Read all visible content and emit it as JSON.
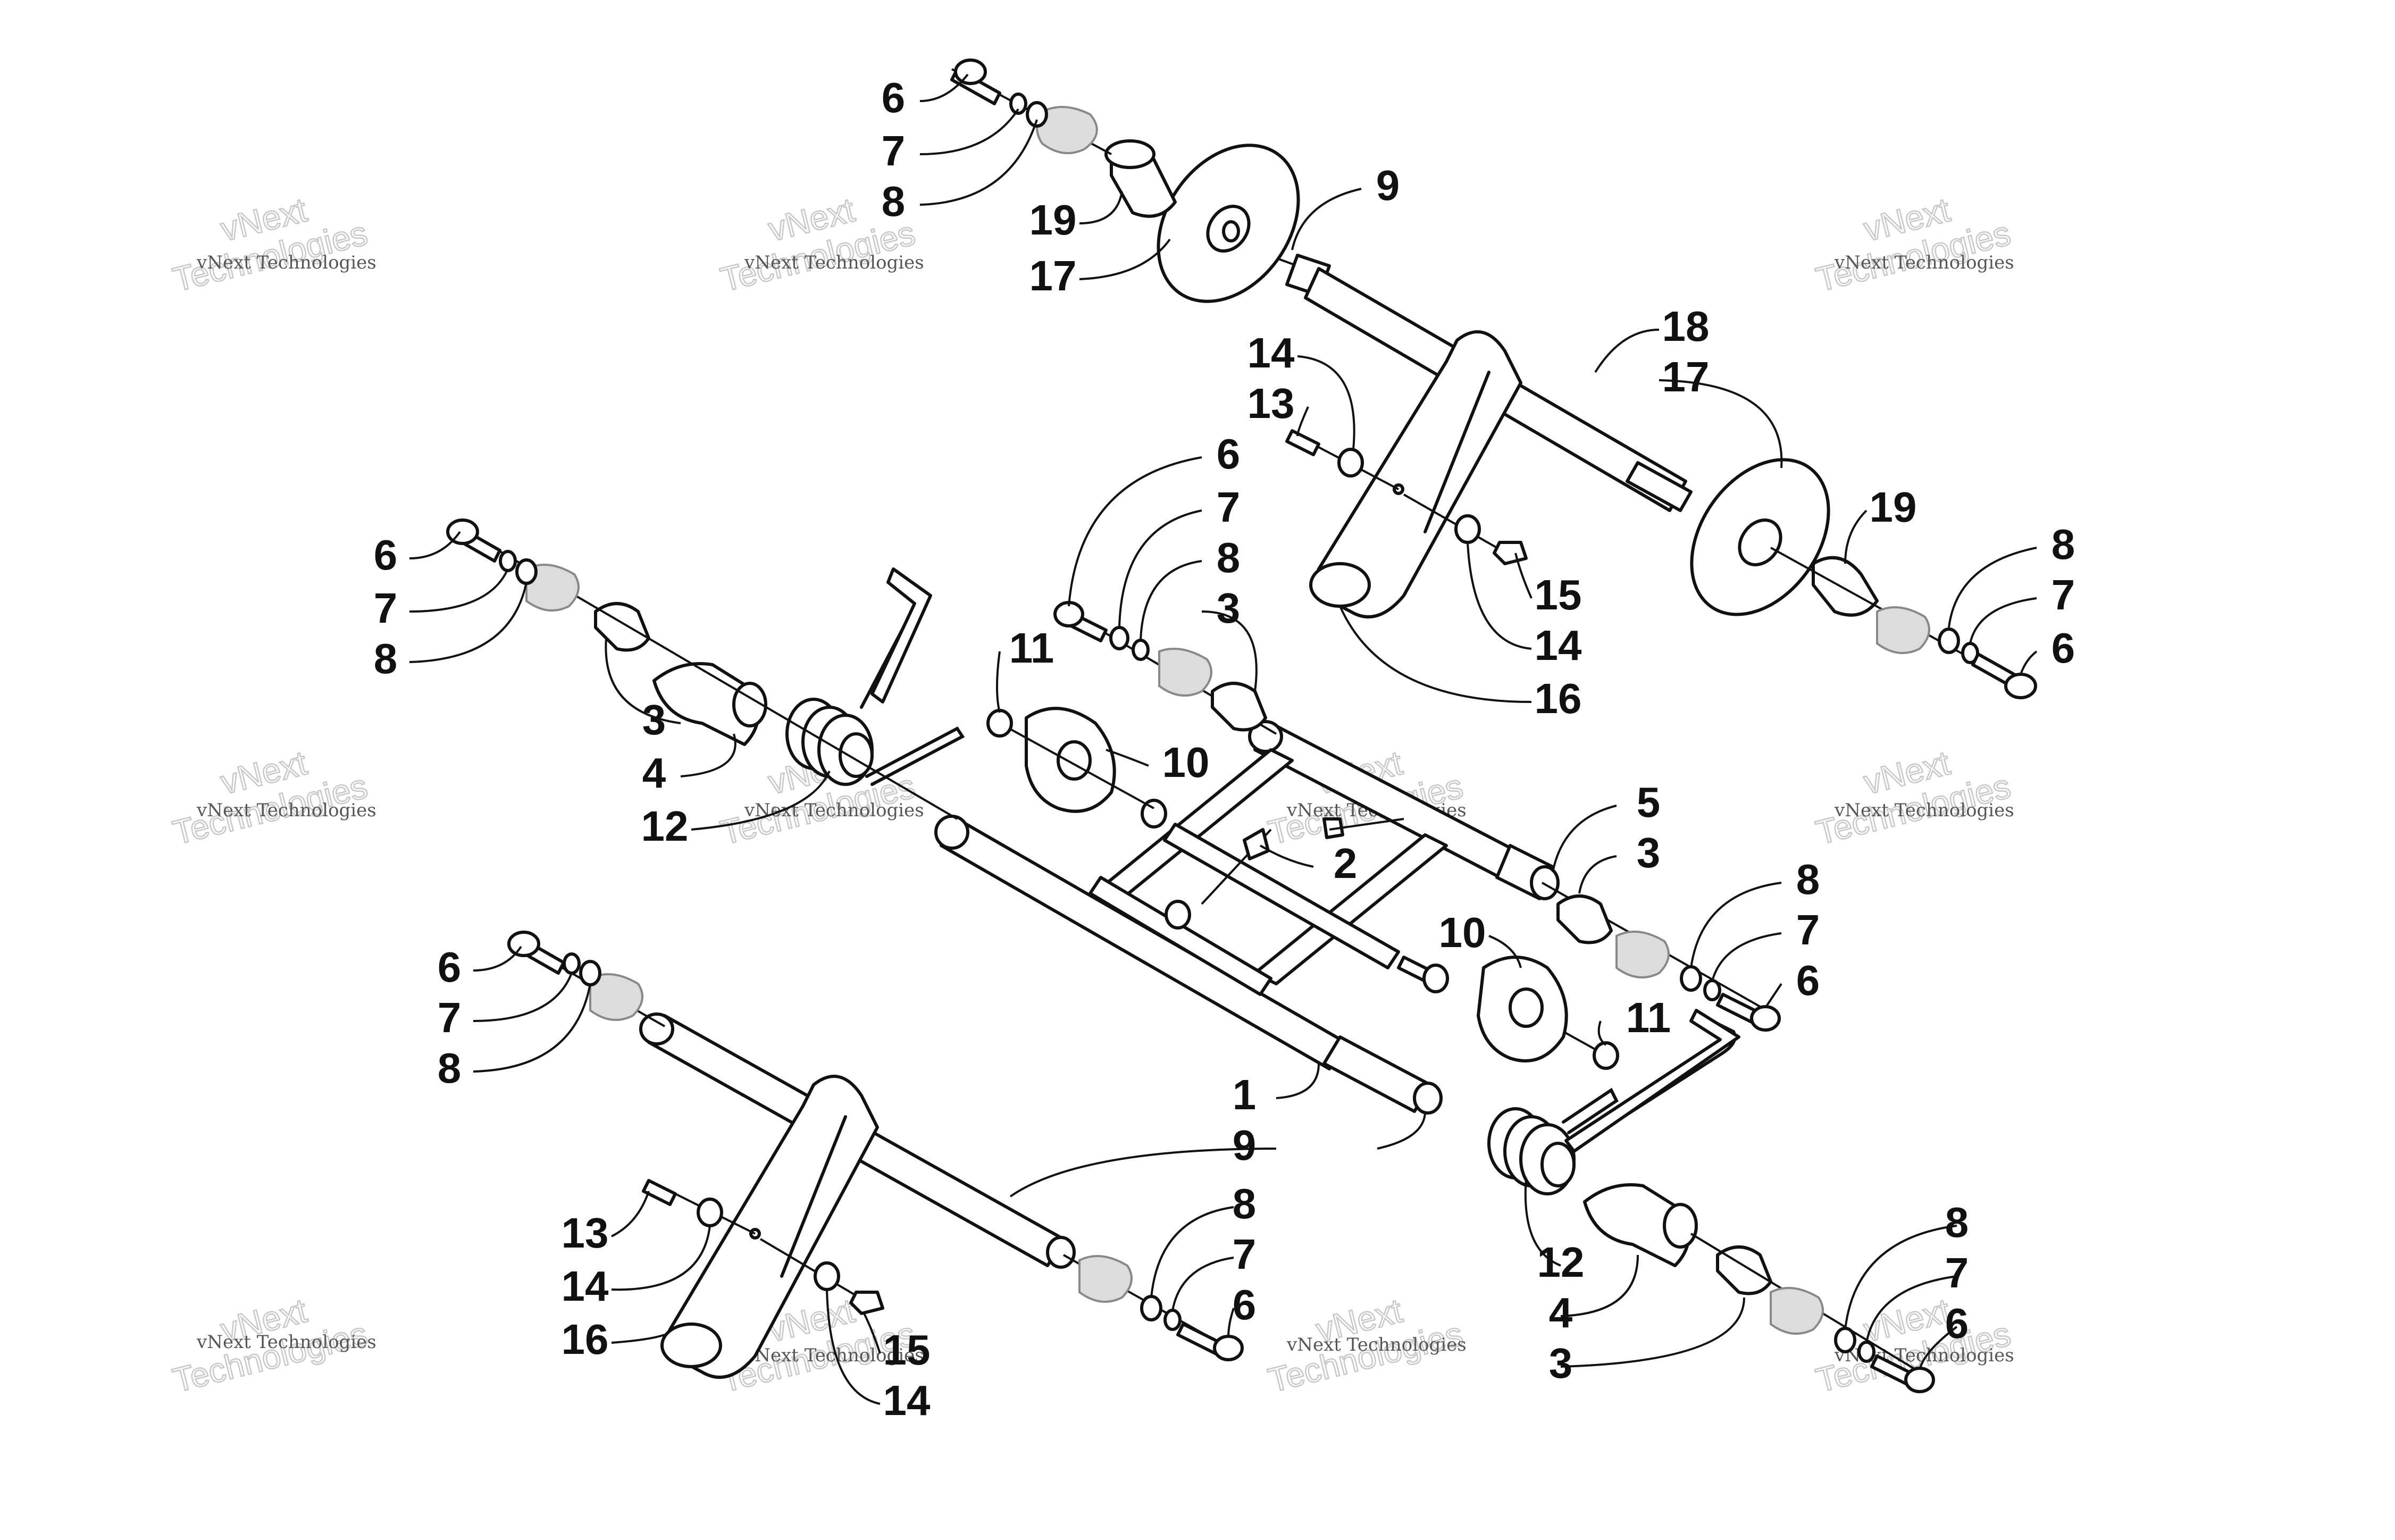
{
  "watermark": {
    "line1": "vNext",
    "line2": "Technologies",
    "caption": "vNext Technologies"
  },
  "callouts": [
    {
      "id": "c-top-6",
      "label": "6"
    },
    {
      "id": "c-top-7",
      "label": "7"
    },
    {
      "id": "c-top-8",
      "label": "8"
    },
    {
      "id": "c-top-19",
      "label": "19"
    },
    {
      "id": "c-top-17",
      "label": "17"
    },
    {
      "id": "c-top-9",
      "label": "9"
    },
    {
      "id": "c-ur-18",
      "label": "18"
    },
    {
      "id": "c-ur-17",
      "label": "17"
    },
    {
      "id": "c-ur-14a",
      "label": "14"
    },
    {
      "id": "c-ur-13",
      "label": "13"
    },
    {
      "id": "c-ur-19",
      "label": "19"
    },
    {
      "id": "c-ur-15",
      "label": "15"
    },
    {
      "id": "c-ur-14b",
      "label": "14"
    },
    {
      "id": "c-ur-16",
      "label": "16"
    },
    {
      "id": "c-ur-8",
      "label": "8"
    },
    {
      "id": "c-ur-7",
      "label": "7"
    },
    {
      "id": "c-ur-6",
      "label": "6"
    },
    {
      "id": "c-ml-6",
      "label": "6"
    },
    {
      "id": "c-ml-7",
      "label": "7"
    },
    {
      "id": "c-ml-8",
      "label": "8"
    },
    {
      "id": "c-ml-3",
      "label": "3"
    },
    {
      "id": "c-ml-4",
      "label": "4"
    },
    {
      "id": "c-ml-12",
      "label": "12"
    },
    {
      "id": "c-mc-6",
      "label": "6"
    },
    {
      "id": "c-mc-7",
      "label": "7"
    },
    {
      "id": "c-mc-8",
      "label": "8"
    },
    {
      "id": "c-mc-3",
      "label": "3"
    },
    {
      "id": "c-mc-11",
      "label": "11"
    },
    {
      "id": "c-mc-10",
      "label": "10"
    },
    {
      "id": "c-mc-2",
      "label": "2"
    },
    {
      "id": "c-mr-5",
      "label": "5"
    },
    {
      "id": "c-mr-3",
      "label": "3"
    },
    {
      "id": "c-mr-8",
      "label": "8"
    },
    {
      "id": "c-mr-7",
      "label": "7"
    },
    {
      "id": "c-mr-6",
      "label": "6"
    },
    {
      "id": "c-mr-10",
      "label": "10"
    },
    {
      "id": "c-mr-11",
      "label": "11"
    },
    {
      "id": "c-ll-6",
      "label": "6"
    },
    {
      "id": "c-ll-7",
      "label": "7"
    },
    {
      "id": "c-ll-8",
      "label": "8"
    },
    {
      "id": "c-lc-1",
      "label": "1"
    },
    {
      "id": "c-lc-9",
      "label": "9"
    },
    {
      "id": "c-lc-8",
      "label": "8"
    },
    {
      "id": "c-lc-7",
      "label": "7"
    },
    {
      "id": "c-lc-6",
      "label": "6"
    },
    {
      "id": "c-bl-13",
      "label": "13"
    },
    {
      "id": "c-bl-14a",
      "label": "14"
    },
    {
      "id": "c-bl-16",
      "label": "16"
    },
    {
      "id": "c-bl-15",
      "label": "15"
    },
    {
      "id": "c-bl-14b",
      "label": "14"
    },
    {
      "id": "c-br-12",
      "label": "12"
    },
    {
      "id": "c-br-4",
      "label": "4"
    },
    {
      "id": "c-br-3",
      "label": "3"
    },
    {
      "id": "c-br-8",
      "label": "8"
    },
    {
      "id": "c-br-7",
      "label": "7"
    },
    {
      "id": "c-br-6",
      "label": "6"
    }
  ]
}
